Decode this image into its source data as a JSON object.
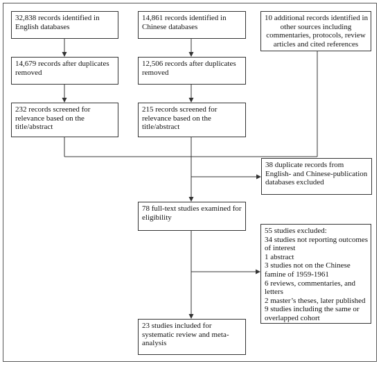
{
  "boxes": {
    "english_identified": [
      "32,838 records identified in",
      "English databases"
    ],
    "chinese_identified": [
      "14,861 records identified in",
      "Chinese databases"
    ],
    "additional_records": [
      "10 additional records identified in",
      "other sources including",
      "commentaries, protocols, review",
      "articles and cited references"
    ],
    "english_dedup": [
      "14,679 records after duplicates",
      "removed"
    ],
    "chinese_dedup": [
      "12,506 records after duplicates",
      "removed"
    ],
    "english_screened": [
      "232 records screened for",
      "relevance based on the",
      "title/abstract"
    ],
    "chinese_screened": [
      "215 records screened for",
      "relevance based on the",
      "title/abstract"
    ],
    "duplicates_excluded": [
      "38 duplicate records from",
      "English- and Chinese-publication",
      "databases excluded"
    ],
    "fulltext_examined": [
      "78 full-text studies examined for",
      "eligibility"
    ],
    "studies_excluded": [
      "55 studies excluded:",
      "34 studies not reporting outcomes",
      "of interest",
      "1 abstract",
      "3 studies not on the Chinese",
      "famine of 1959-1961",
      "6 reviews, commentaries, and",
      "letters",
      "2 master’s theses, later published",
      "9 studies including the same or",
      "overlapped cohort"
    ],
    "studies_included": [
      "23 studies included for",
      "systematic review and meta-",
      "analysis"
    ]
  },
  "colors": {
    "line": "#333333",
    "text": "#111111",
    "background": "#ffffff"
  }
}
